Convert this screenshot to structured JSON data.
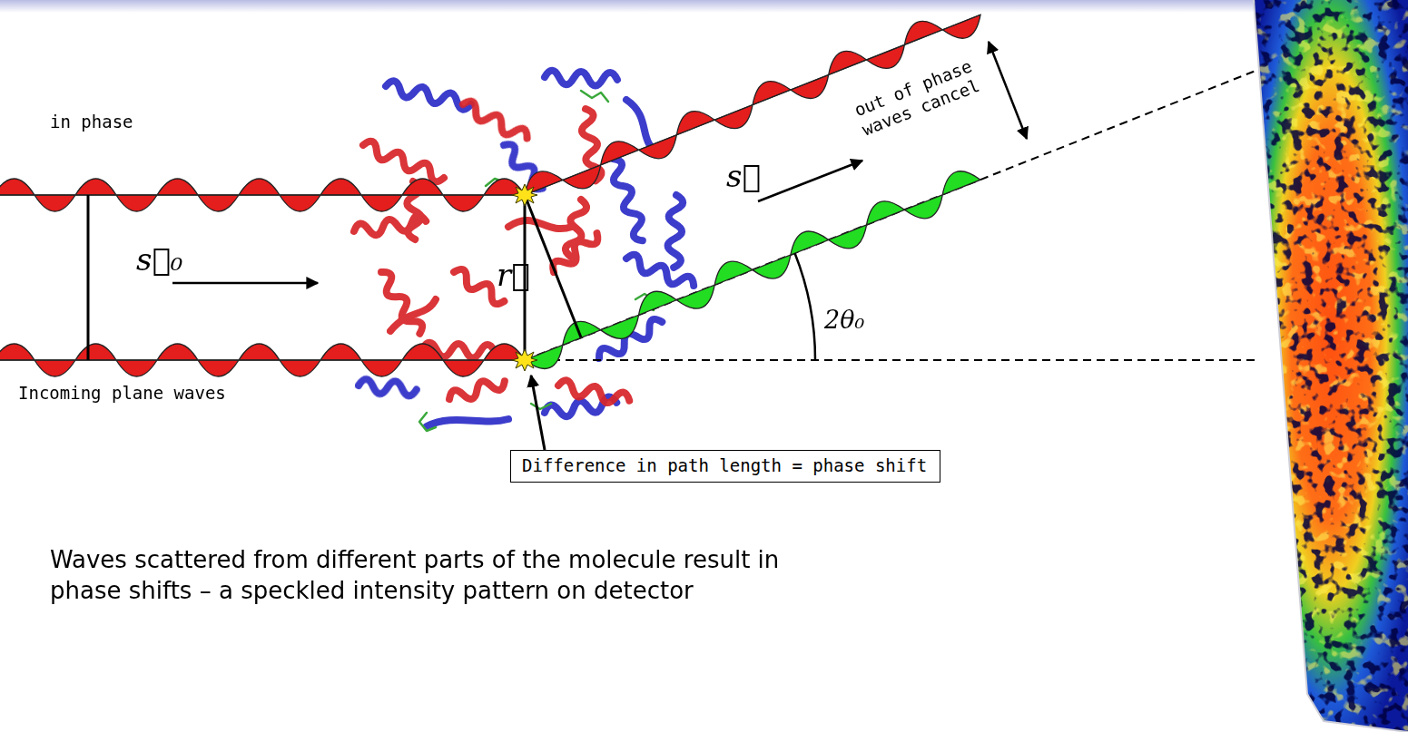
{
  "diagram": {
    "caption": "Waves scattered from different parts of the molecule result in phase shifts – a speckled intensity pattern on detector",
    "nodes": [
      {
        "text": [
          "Difference in path length = phase shift"
        ]
      }
    ],
    "labels": [
      "in phase",
      "Incoming plane waves",
      "s⃗₀",
      "r⃗",
      "s⃗",
      "2θ₀",
      "out of phase waves cancel"
    ]
  }
}
